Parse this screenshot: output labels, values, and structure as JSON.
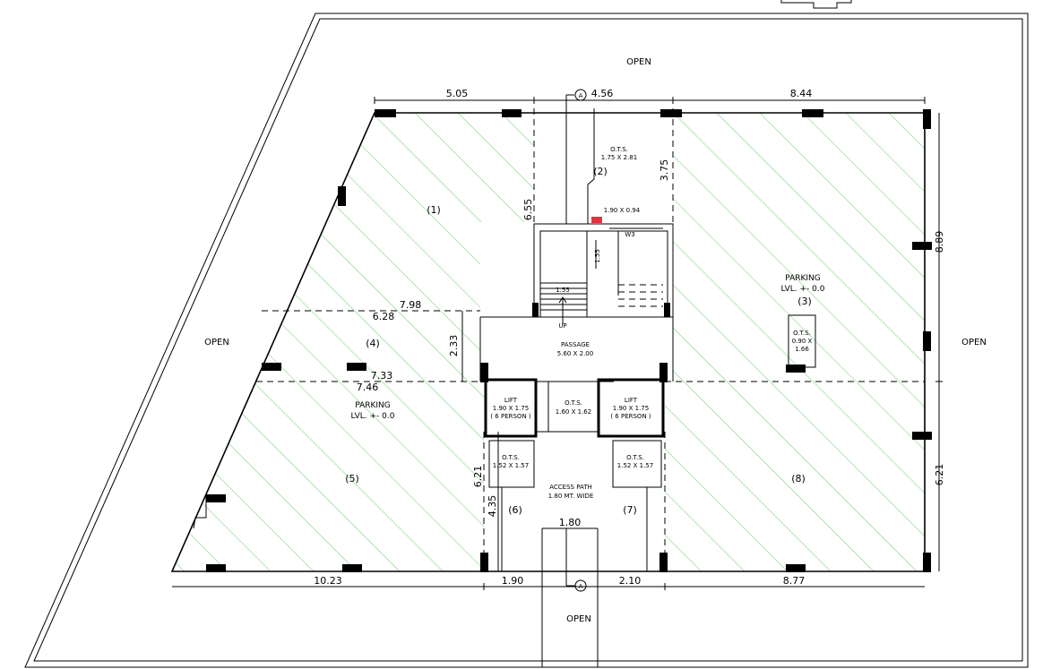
{
  "colors": {
    "hatch": "#7ed37e",
    "lines": "#000000",
    "fire_symbol": "#e2343c"
  },
  "open_labels": {
    "top": "OPEN",
    "left": "OPEN",
    "right": "OPEN",
    "bottom": "OPEN"
  },
  "dimensions": {
    "top_left": "5.05",
    "top_mid": "4.56",
    "top_right": "8.44",
    "bottom_left": "10.23",
    "bottom_mid_left": "1.90",
    "bottom_mid_right": "2.10",
    "bottom_right": "8.77",
    "right_upper": "8.89",
    "right_lower": "6.21",
    "stair_width": "6.55",
    "ots_height": "3.75",
    "band_top_width": "7.98",
    "band_top_inner": "6.28",
    "band_height": "2.33",
    "band_bottom_width": "7.33",
    "band_bottom_outer": "7.46",
    "lower_left_height": "6.21",
    "lower_left_inner": "4.35",
    "access_width": "1.80",
    "stair_flight": "1.55",
    "stair_landing": "1.55"
  },
  "grid_marker": "A",
  "rooms": {
    "r1": "(1)",
    "r2": "(2)",
    "r3": "(3)",
    "r4": "(4)",
    "r5": "(5)",
    "r6": "(6)",
    "r7": "(7)",
    "r8": "(8)"
  },
  "parking_right": {
    "line1": "PARKING",
    "line2": "LVL. +- 0.0"
  },
  "parking_left": {
    "line1": "PARKING",
    "line2": "LVL. +- 0.0"
  },
  "ots_top": {
    "line1": "O.T.S.",
    "line2": "1.75 X 2.81"
  },
  "ots_right": {
    "line1": "O.T.S.",
    "line2": "0.90 X",
    "line3": "1.66"
  },
  "ots_center": {
    "line1": "O.T.S.",
    "line2": "1.60 X 1.62"
  },
  "ots_left_low": {
    "line1": "O.T.S.",
    "line2": "1.52 X 1.57"
  },
  "ots_right_low": {
    "line1": "O.T.S.",
    "line2": "1.52 X 1.57"
  },
  "lift_left": {
    "line1": "LIFT",
    "line2": "1.90 X 1.75",
    "line3": "( 6 PERSON )"
  },
  "lift_right": {
    "line1": "LIFT",
    "line2": "1.90 X 1.75",
    "line3": "( 6 PERSON )"
  },
  "passage": {
    "line1": "PASSAGE",
    "line2": "5.60 X 2.00"
  },
  "access_path": {
    "line1": "ACCESS PATH",
    "line2": "1.80 MT. WIDE"
  },
  "small_room": "1.90 X 0.94",
  "wc": "W3",
  "stair_up": "UP"
}
